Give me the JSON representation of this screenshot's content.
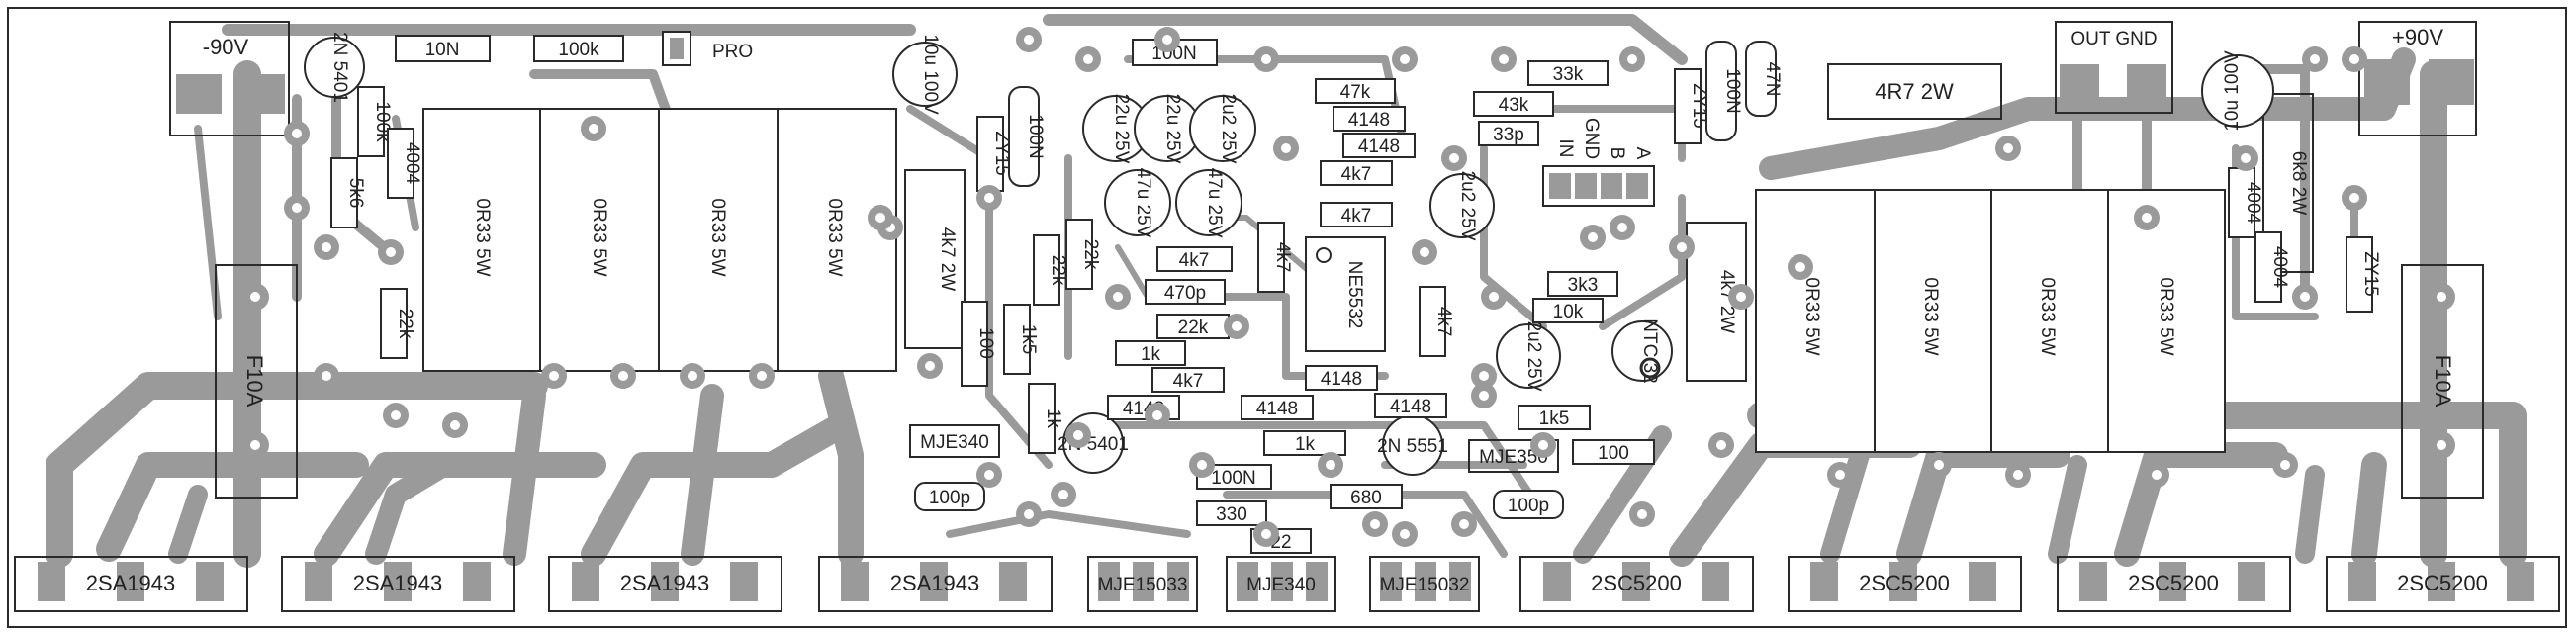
{
  "labels": {
    "neg90v": "-90V",
    "pos90v": "+90V",
    "pro": "PRO",
    "out_gnd": "OUT GND",
    "gnd": "GND",
    "in": "IN",
    "b": "B",
    "a": "A",
    "fuse_left": "F10A",
    "fuse_right": "F10A",
    "r10n": "10N",
    "r100k_top": "100k",
    "r100n_top": "100N",
    "r100n_mid": "100N",
    "r100n_right": "100N",
    "c47n": "47N",
    "r47k": "47k",
    "r43k": "43k",
    "r33k": "33k",
    "c33p": "33p",
    "d4148_a": "4148",
    "d4148_b": "4148",
    "d4148_c": "4148",
    "d4148_d": "4148",
    "d4148_e": "4148",
    "d4148_f": "4148",
    "r4k7_a": "4k7",
    "r4k7_b": "4k7",
    "r4k7_c": "4k7",
    "r4k7_d": "4k7",
    "r4k7_e": "4k7",
    "r4k7_f": "4k7",
    "c470p": "470p",
    "r22k_a": "22k",
    "r22k_b": "22k",
    "r22k_c": "22k",
    "r22k_d": "22k",
    "r1k_a": "1k",
    "r1k_b": "1k",
    "r1k_c": "1k",
    "r1k5_a": "1k5",
    "r1k5_b": "1k5",
    "r3k3": "3k3",
    "r10k": "10k",
    "r100_a": "100",
    "r100_b": "100",
    "c100p_a": "100p",
    "c100p_b": "100p",
    "r680": "680",
    "r330": "330",
    "r22": "22",
    "r100n_bot": "100N",
    "r5k6": "5k6",
    "r100k_left": "100k",
    "d4004_a": "4004",
    "d4004_b": "4004",
    "d4004_c": "4004",
    "zy15_a": "ZY15",
    "zy15_b": "ZY15",
    "zy15_c": "ZY15",
    "r4r7": "4R7 2W",
    "r6k8": "6k8 2W",
    "r4k7_2w_l": "4k7 2W",
    "r4k7_2w_r": "4k7 2W",
    "r0r33_1": "0R33 5W",
    "r0r33_2": "0R33 5W",
    "r0r33_3": "0R33 5W",
    "r0r33_4": "0R33 5W",
    "r0r33_5": "0R33 5W",
    "r0r33_6": "0R33 5W",
    "r0r33_7": "0R33 5W",
    "r0r33_8": "0R33 5W",
    "ne5532": "NE5532",
    "ntc": "NTC 32",
    "mje340_a": "MJE340",
    "mje340_b": "MJE340",
    "mje350": "MJE350",
    "mje15033": "MJE15033",
    "mje15032": "MJE15032",
    "q2n5401_a": "2N 5401",
    "q2n5401_b": "2N 5401",
    "q2n5551": "2N 5551",
    "cap10u_l": "10u 100V",
    "cap10u_r": "10u 100V",
    "cap22u_a": "22u 25V",
    "cap22u_b": "22u 25V",
    "cap2u2_a": "2u2 25V",
    "cap2u2_b": "2u2 25V",
    "cap2u2_c": "2u2 25V",
    "cap47u_a": "47u 25V",
    "cap47u_b": "47u 25V",
    "t1": "2SA1943",
    "t2": "2SA1943",
    "t3": "2SA1943",
    "t4": "2SA1943",
    "t5": "2SC5200",
    "t6": "2SC5200",
    "t7": "2SC5200",
    "t8": "2SC5200"
  }
}
